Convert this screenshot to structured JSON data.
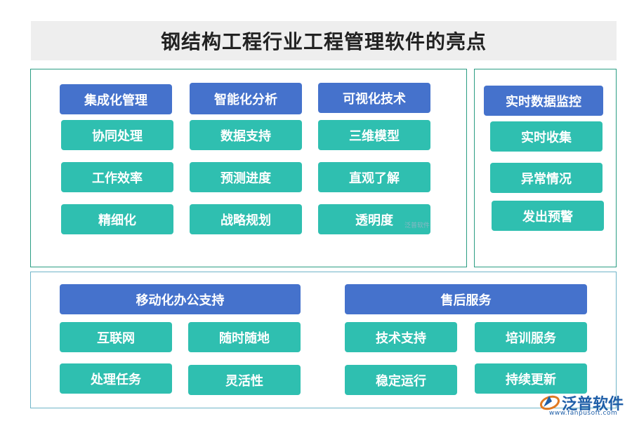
{
  "title": "钢结构工程行业工程管理软件的亮点",
  "groups": [
    {
      "header": "集成化管理",
      "items": [
        "协同处理",
        "工作效率",
        "精细化"
      ]
    },
    {
      "header": "智能化分析",
      "items": [
        "数据支持",
        "预测进度",
        "战略规划"
      ]
    },
    {
      "header": "可视化技术",
      "items": [
        "三维模型",
        "直观了解",
        "透明度"
      ]
    },
    {
      "header": "实时数据监控",
      "items": [
        "实时收集",
        "异常情况",
        "发出预警"
      ]
    },
    {
      "header": "移动化办公支持",
      "items": [
        "互联网",
        "随时随地",
        "处理任务",
        "灵活性"
      ]
    },
    {
      "header": "售后服务",
      "items": [
        "技术支持",
        "培训服务",
        "稳定运行",
        "持续更新"
      ]
    }
  ],
  "watermark": "泛普软件",
  "logo": {
    "name": "泛普软件",
    "url": "www.fanpusoft.com"
  },
  "colors": {
    "header": "#4572cc",
    "item": "#2fbfb0",
    "panel_border": "#2b9d83",
    "title_bg": "#eeeeee"
  }
}
